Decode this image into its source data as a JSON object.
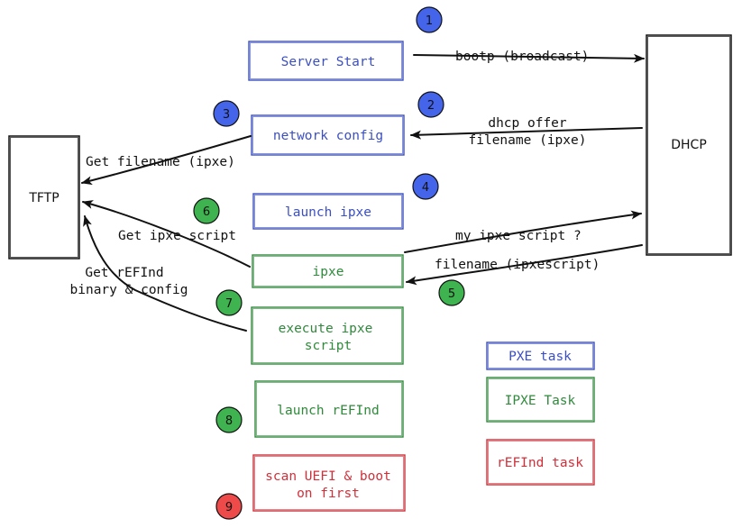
{
  "colors": {
    "pxe": "#3b4fc4",
    "ipxe": "#2f8a3b",
    "refind": "#d0303a",
    "ink": "#111111",
    "badge_blue": "#4464ea",
    "badge_green": "#3fb34f",
    "badge_red": "#ef4a4a"
  },
  "nodes": {
    "tftp": "TFTP",
    "dhcp": "DHCP",
    "server_start": "Server Start",
    "network_config": "network config",
    "launch_ipxe": "launch ipxe",
    "ipxe": "ipxe",
    "execute_ipxe_script": [
      "execute ipxe",
      "script"
    ],
    "launch_refind": "launch rEFInd",
    "scan_uefi": [
      "scan UEFI & boot",
      "on first"
    ]
  },
  "edges": {
    "bootp": "bootp (broadcast)",
    "dhcp_offer": [
      "dhcp offer",
      "filename (ipxe)"
    ],
    "get_filename": "Get filename (ipxe)",
    "get_ipxe_script": "Get ipxe script",
    "my_ipxe_script": "my ipxe script ?",
    "filename_ipxescript": "filename (ipxescript)",
    "get_refind": [
      "Get rEFInd",
      "binary & config"
    ]
  },
  "badges": [
    "1",
    "2",
    "3",
    "4",
    "5",
    "6",
    "7",
    "8",
    "9"
  ],
  "legend": {
    "pxe": "PXE task",
    "ipxe": "IPXE Task",
    "refind": "rEFInd task"
  }
}
